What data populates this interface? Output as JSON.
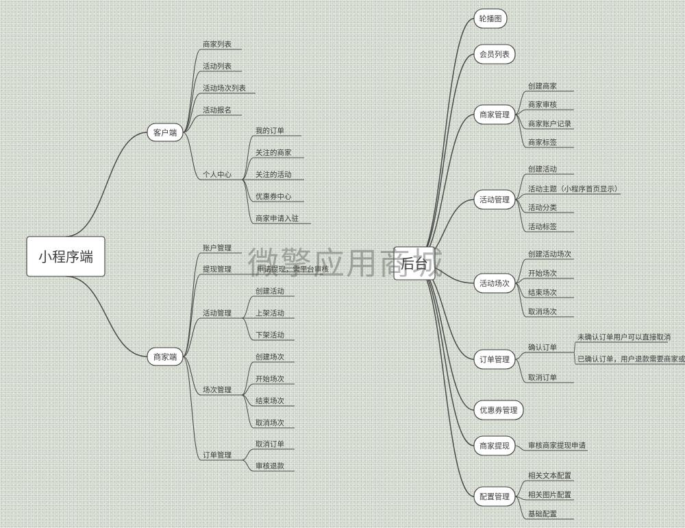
{
  "watermark": "微擎应用商城",
  "left_root": {
    "label": "小程序端",
    "branches": [
      {
        "label": "客户端",
        "children": [
          {
            "label": "商家列表"
          },
          {
            "label": "活动列表"
          },
          {
            "label": "活动场次列表"
          },
          {
            "label": "活动报名"
          },
          {
            "label": "个人中心",
            "children": [
              {
                "label": "我的订单"
              },
              {
                "label": "关注的商家"
              },
              {
                "label": "关注的活动"
              },
              {
                "label": "优惠券中心"
              },
              {
                "label": "商家申请入驻"
              }
            ]
          }
        ]
      },
      {
        "label": "商家端",
        "children": [
          {
            "label": "账户管理"
          },
          {
            "label": "提现管理",
            "children": [
              {
                "label": "申请提现，需平台审核"
              }
            ]
          },
          {
            "label": "活动管理",
            "children": [
              {
                "label": "创建活动"
              },
              {
                "label": "上架活动"
              },
              {
                "label": "下架活动"
              }
            ]
          },
          {
            "label": "场次管理",
            "children": [
              {
                "label": "创建场次"
              },
              {
                "label": "开始场次"
              },
              {
                "label": "结束场次"
              },
              {
                "label": "取消场次"
              }
            ]
          },
          {
            "label": "订单管理",
            "children": [
              {
                "label": "取消订单"
              },
              {
                "label": "审核退款"
              }
            ]
          }
        ]
      }
    ]
  },
  "right_root": {
    "label": "后台",
    "branches": [
      {
        "label": "轮播图"
      },
      {
        "label": "会员列表"
      },
      {
        "label": "商家管理",
        "children": [
          {
            "label": "创建商家"
          },
          {
            "label": "商家审核"
          },
          {
            "label": "商家账户记录"
          },
          {
            "label": "商家标签"
          }
        ]
      },
      {
        "label": "活动管理",
        "children": [
          {
            "label": "创建活动"
          },
          {
            "label": "活动主题（小程序首页显示）"
          },
          {
            "label": "活动分类"
          },
          {
            "label": "活动标签"
          }
        ]
      },
      {
        "label": "活动场次",
        "children": [
          {
            "label": "创建活动场次"
          },
          {
            "label": "开始场次"
          },
          {
            "label": "结束场次"
          },
          {
            "label": "取消场次"
          }
        ]
      },
      {
        "label": "订单管理",
        "children": [
          {
            "label": "确认订单",
            "children": [
              {
                "label": "未确认订单用户可以直接取消"
              },
              {
                "label": "已确认订单，用户退款需要商家或平"
              }
            ]
          },
          {
            "label": "取消订单"
          }
        ]
      },
      {
        "label": "优惠券管理"
      },
      {
        "label": "商家提现",
        "children": [
          {
            "label": "审核商家提现申请"
          }
        ]
      },
      {
        "label": "配置管理",
        "children": [
          {
            "label": "相关文本配置"
          },
          {
            "label": "相关图片配置"
          },
          {
            "label": "基础配置"
          }
        ]
      }
    ]
  }
}
